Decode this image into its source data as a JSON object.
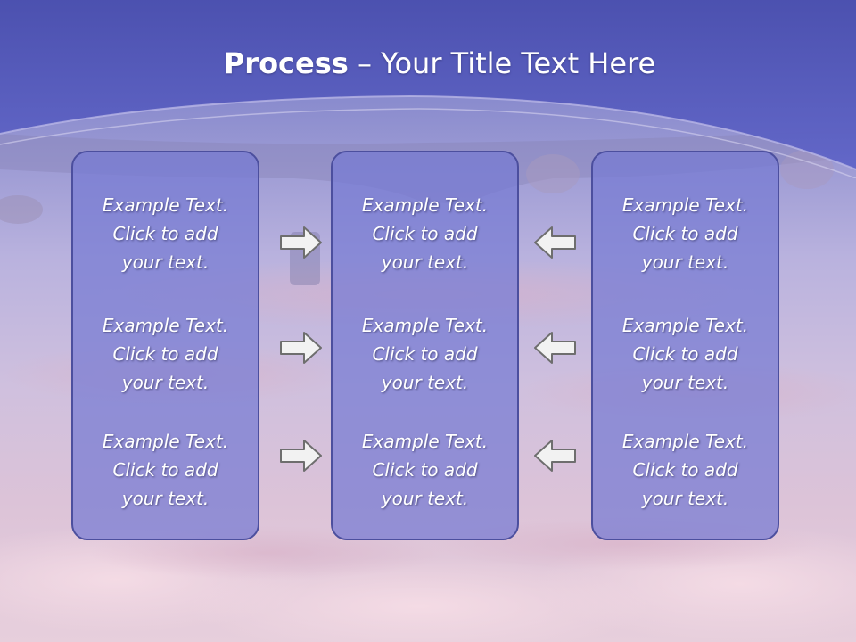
{
  "slide": {
    "title_bold": "Process",
    "title_dash": " – ",
    "title_rest": "Your Title Text Here"
  },
  "columns": [
    {
      "blocks": [
        {
          "line1": "Example Text.",
          "line2": "Click  to add",
          "line3": "your text."
        },
        {
          "line1": "Example Text.",
          "line2": "Click  to add",
          "line3": "your text."
        },
        {
          "line1": "Example Text.",
          "line2": "Click  to add",
          "line3": "your text."
        }
      ]
    },
    {
      "blocks": [
        {
          "line1": "Example Text.",
          "line2": "Click  to add",
          "line3": "your text."
        },
        {
          "line1": "Example Text.",
          "line2": "Click  to add",
          "line3": "your text."
        },
        {
          "line1": "Example Text.",
          "line2": "Click  to add",
          "line3": "your text."
        }
      ]
    },
    {
      "blocks": [
        {
          "line1": "Example Text.",
          "line2": "Click  to add",
          "line3": "your text."
        },
        {
          "line1": "Example Text.",
          "line2": "Click  to add",
          "line3": "your text."
        },
        {
          "line1": "Example Text.",
          "line2": "Click  to add",
          "line3": "your text."
        }
      ]
    }
  ],
  "arrows": {
    "left_group": [
      "right-arrow-icon",
      "right-arrow-icon",
      "right-arrow-icon"
    ],
    "right_group": [
      "left-arrow-icon",
      "left-arrow-icon",
      "left-arrow-icon"
    ]
  },
  "colors": {
    "panel_fill": "#767ad2",
    "panel_border": "#4c4f9e",
    "header": "#5a5fc0",
    "arrow_fill": "#f2f2f2",
    "arrow_stroke": "#6e6e6e"
  }
}
